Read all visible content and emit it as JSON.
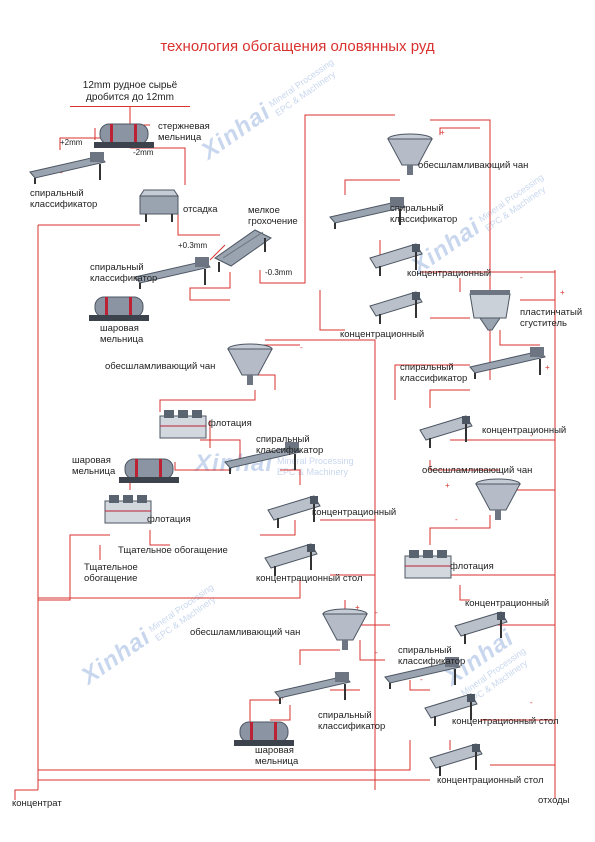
{
  "title": "технология обогащения оловянных руд",
  "feed": {
    "line1": "12mm рудное сырьё",
    "line2": "дробится до 12mm"
  },
  "labels": {
    "rod_mill": "стержневая\nмельница",
    "spiral_1": "спиральный\nклассификатор",
    "jig": "отсадка",
    "fine_screen": "мелкое\nгрохочение",
    "spiral_2": "спиральный\nклассификатор",
    "ball_mill_1": "шаровая\nмельница",
    "deslime_1": "обесшламливающий чан",
    "spiral_3": "спиральный\nклассификатор",
    "conc_1": "концентрационный",
    "conc_2": "концентрационный",
    "thickener": "пластинчатый\nсгуститель",
    "deslime_2": "обесшламливающий чан",
    "spiral_4": "спиральный\nклассификатор",
    "flot_1": "флотация",
    "spiral_5": "спиральный\nклассификатор",
    "ball_mill_2": "шаровая\nмельница",
    "flot_2": "флотация",
    "conc_3": "концентрационный",
    "scavenge": "Тщательное обогащение",
    "scavenge2": "Тщательное\nобогащение",
    "table_1": "концентрационный стол",
    "conc_4": "концентрационный",
    "deslime_3": "обесшламливающий чан",
    "flot_3": "флотация",
    "conc_5": "концентрационный",
    "deslime_4": "обесшламливающий чан",
    "spiral_6": "спиральный\nклассификатор",
    "spiral_7": "спиральный\nклассификатор",
    "table_2": "концентрационный стол",
    "ball_mill_3": "шаровая\nмельница",
    "table_3": "концентрационный стол",
    "concentrate": "концентрат",
    "tailings": "отходы"
  },
  "sizes": {
    "plus2": "+2mm",
    "minus2": "-2mm",
    "plus03": "+0.3mm",
    "minus03": "-0.3mm"
  },
  "watermark": {
    "brand": "Xinhai",
    "line1": "Mineral Processing",
    "line2": "EPC & Machinery"
  },
  "colors": {
    "flow": "#d9322f",
    "title": "#d9322f",
    "equipment": "#6f7a88"
  }
}
